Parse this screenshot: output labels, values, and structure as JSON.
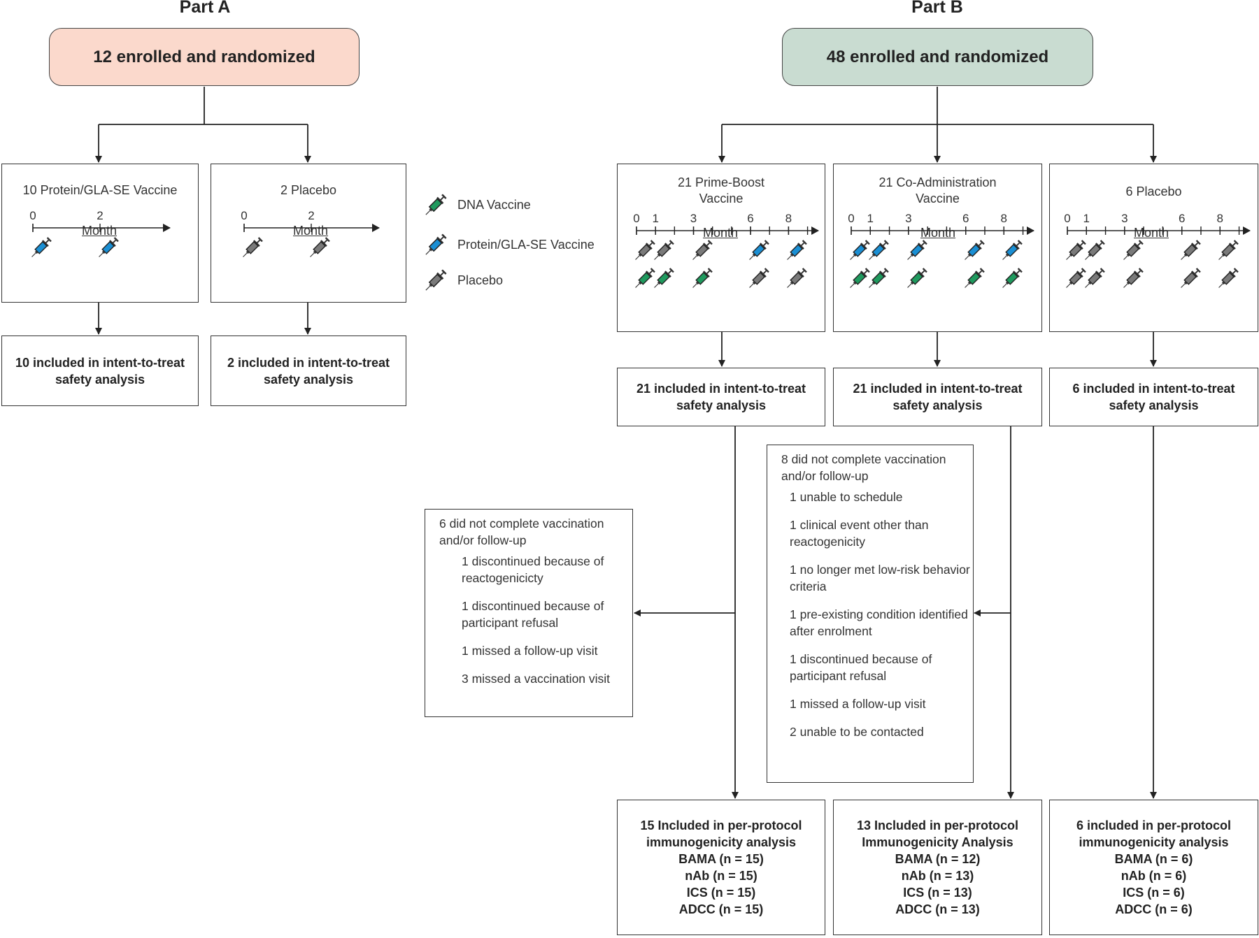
{
  "colors": {
    "dna": "#1f9a5e",
    "protein": "#1a8fd4",
    "placebo": "#7a7a7a",
    "part_a_fill": "#fbd9cc",
    "part_b_fill": "#c9dcd1"
  },
  "part_a": {
    "title": "Part A",
    "enrolled": "12 enrolled and randomized",
    "arms": [
      {
        "name": "10 Protein/GLA-SE Vaccine",
        "month_label": "Month",
        "ticks": [
          "0",
          "2"
        ],
        "itt": "10 included in intent-to-treat safety analysis"
      },
      {
        "name": "2 Placebo",
        "month_label": "Month",
        "ticks": [
          "0",
          "2"
        ],
        "itt": "2 included in intent-to-treat safety analysis"
      }
    ]
  },
  "legend": {
    "dna": "DNA Vaccine",
    "protein": "Protein/GLA-SE Vaccine",
    "placebo": "Placebo",
    "dna_icon": "syringe-green-icon",
    "protein_icon": "syringe-blue-icon",
    "placebo_icon": "syringe-gray-icon"
  },
  "part_b": {
    "title": "Part B",
    "enrolled": "48 enrolled and randomized",
    "arms": [
      {
        "name": "21 Prime-Boost Vaccine",
        "month_label": "Month",
        "ticks": [
          "0",
          "1",
          "3",
          "6",
          "8"
        ],
        "itt": "21 included in intent-to-treat safety analysis",
        "pp_title": "15 Included in per-protocol immunogenicity analysis",
        "pp_items": [
          "BAMA (n = 15)",
          "nAb (n = 15)",
          "ICS (n = 15)",
          "ADCC (n = 15)"
        ]
      },
      {
        "name": "21 Co-Administration Vaccine",
        "month_label": "Month",
        "ticks": [
          "0",
          "1",
          "3",
          "6",
          "8"
        ],
        "itt": "21 included in intent-to-treat safety analysis",
        "pp_title": "13 Included in per-protocol Immunogenicity Analysis",
        "pp_items": [
          "BAMA (n = 12)",
          "nAb (n = 13)",
          "ICS (n = 13)",
          "ADCC (n = 13)"
        ]
      },
      {
        "name": "6 Placebo",
        "month_label": "Month",
        "ticks": [
          "0",
          "1",
          "3",
          "6",
          "8"
        ],
        "itt": "6 included in intent-to-treat safety analysis",
        "pp_title": "6 included in per-protocol immunogenicity analysis",
        "pp_items": [
          "BAMA (n = 6)",
          "nAb (n = 6)",
          "ICS (n = 6)",
          "ADCC (n = 6)"
        ]
      }
    ],
    "exclusion_prime_boost": {
      "head": "6 did not complete vaccination and/or follow-up",
      "items": [
        "1 discontinued because of reactogenicicty",
        "1 discontinued because of participant refusal",
        "1 missed a follow-up visit",
        "3 missed a vaccination visit"
      ]
    },
    "exclusion_coadmin": {
      "head": "8 did not complete vaccination and/or follow-up",
      "items": [
        "1 unable to schedule",
        "1 clinical event other than reactogenicity",
        "1 no longer met low-risk behavior criteria",
        "1 pre-existing condition identified after enrolment",
        "1 discontinued because of participant refusal",
        "1 missed a follow-up visit",
        "2 unable to be contacted"
      ]
    }
  }
}
